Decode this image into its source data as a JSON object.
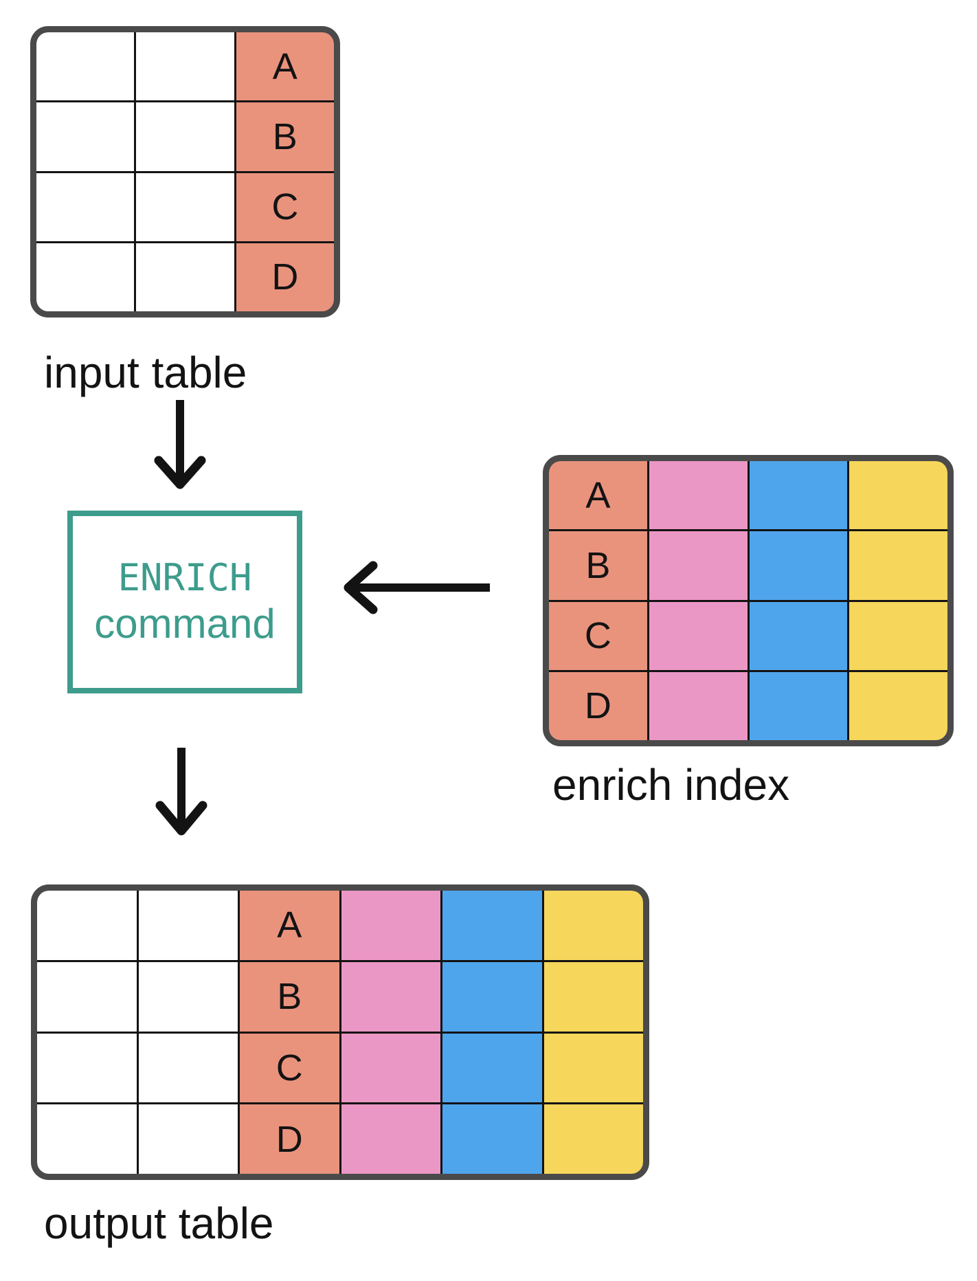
{
  "colors": {
    "white": "#FFFFFF",
    "salmon": "#E9937D",
    "pink": "#EB97C5",
    "blue": "#4FA5EC",
    "yellow": "#F6D65B",
    "teal": "#3D9C8C",
    "border_dark": "#4A4A4A",
    "grid_line": "#131313",
    "text": "#131313"
  },
  "tables": {
    "input": {
      "label": "input table",
      "column_colors": [
        "white",
        "white",
        "salmon"
      ],
      "rows": [
        [
          "",
          "",
          "A"
        ],
        [
          "",
          "",
          "B"
        ],
        [
          "",
          "",
          "C"
        ],
        [
          "",
          "",
          "D"
        ]
      ]
    },
    "enrich": {
      "label": "enrich index",
      "column_colors": [
        "salmon",
        "pink",
        "blue",
        "yellow"
      ],
      "rows": [
        [
          "A",
          "",
          "",
          ""
        ],
        [
          "B",
          "",
          "",
          ""
        ],
        [
          "C",
          "",
          "",
          ""
        ],
        [
          "D",
          "",
          "",
          ""
        ]
      ]
    },
    "output": {
      "label": "output table",
      "column_colors": [
        "white",
        "white",
        "salmon",
        "pink",
        "blue",
        "yellow"
      ],
      "rows": [
        [
          "",
          "",
          "A",
          "",
          "",
          ""
        ],
        [
          "",
          "",
          "B",
          "",
          "",
          ""
        ],
        [
          "",
          "",
          "C",
          "",
          "",
          ""
        ],
        [
          "",
          "",
          "D",
          "",
          "",
          ""
        ]
      ]
    }
  },
  "enrich_box": {
    "title": "ENRICH",
    "subtitle": "command"
  }
}
